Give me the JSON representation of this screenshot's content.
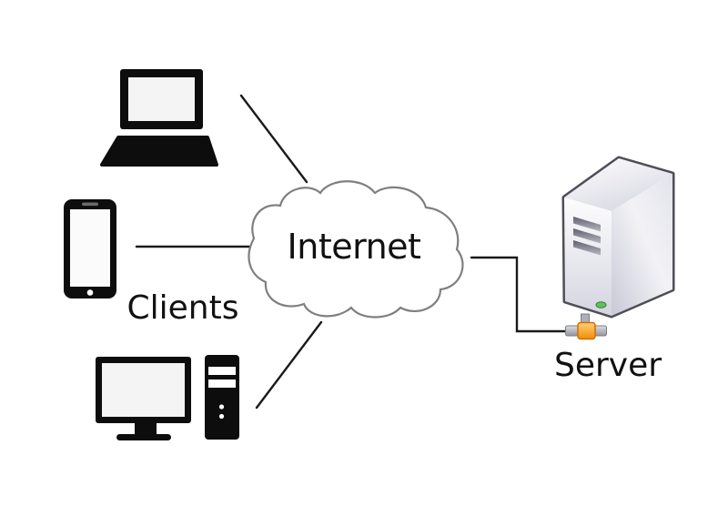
{
  "labels": {
    "internet": "Internet",
    "clients": "Clients",
    "server": "Server"
  },
  "nodes": [
    {
      "id": "laptop",
      "type": "laptop",
      "role": "client"
    },
    {
      "id": "smartphone",
      "type": "smartphone",
      "role": "client"
    },
    {
      "id": "desktop",
      "type": "desktop-computer",
      "role": "client"
    },
    {
      "id": "internet",
      "type": "cloud",
      "label": "Internet"
    },
    {
      "id": "server",
      "type": "server-tower",
      "label": "Server"
    }
  ],
  "edges": [
    {
      "from": "laptop",
      "to": "internet"
    },
    {
      "from": "smartphone",
      "to": "internet"
    },
    {
      "from": "desktop",
      "to": "internet"
    },
    {
      "from": "internet",
      "to": "server"
    }
  ],
  "colors": {
    "background": "#ffffff",
    "line": "#1a1a1a",
    "icon_fill": "#0d0d0d",
    "screen_fill": "#f4f4f4",
    "cloud_fill": "#ffffff",
    "cloud_stroke": "#7f7f7f",
    "server_outline": "#4e4e58",
    "server_face_shade": "#d8d8e3",
    "connector_orange": "#ef8f06",
    "led_green": "#5fc456",
    "text": "#111111"
  }
}
